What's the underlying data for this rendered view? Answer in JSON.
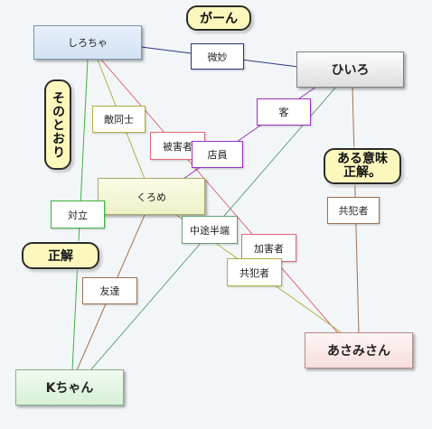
{
  "nodes": {
    "shirocha": "しろちゃ",
    "hiiro": "ひいろ",
    "kurome": "くろめ",
    "asami": "あさみさん",
    "kchan": "Kちゃん"
  },
  "relations": {
    "bimyou": "微妙",
    "kyaku": "客",
    "tekidoushi": "敵同士",
    "higaisha": "被害者",
    "tenin": "店員",
    "kyouhansha_hiiro": "共犯者",
    "tairitsu": "対立",
    "chuutohanpa": "中途半端",
    "kagaisha": "加害者",
    "kyouhansha_kurome": "共犯者",
    "tomodachi": "友達"
  },
  "comments": {
    "gaan": "がーん",
    "sonotoori": "そのとおり",
    "aruimi_line1": "ある意味",
    "aruimi_line2": "正解。",
    "seikai": "正解"
  },
  "colors": {
    "blue_line": "#2a3480",
    "purple": "#a030c0",
    "pink": "#e06a7a",
    "olive": "#b0b040",
    "green": "#40b040",
    "brown": "#a07050",
    "gray_green": "#6aa07a"
  }
}
